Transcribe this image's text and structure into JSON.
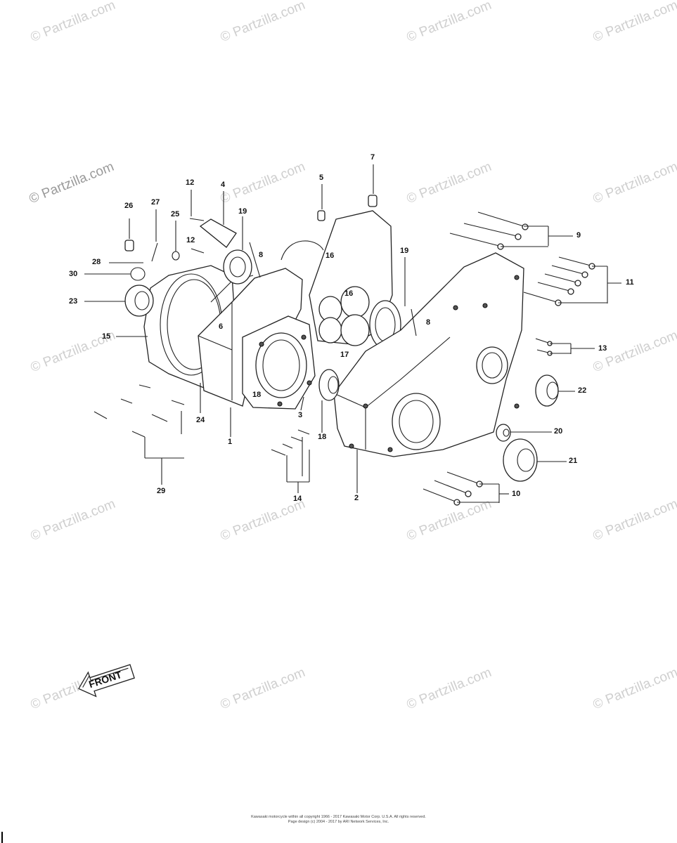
{
  "watermark": {
    "text": "© Partzilla.com"
  },
  "callouts": [
    {
      "id": "c1",
      "label": "1"
    },
    {
      "id": "c2",
      "label": "2"
    },
    {
      "id": "c3",
      "label": "3"
    },
    {
      "id": "c4",
      "label": "4"
    },
    {
      "id": "c5",
      "label": "5"
    },
    {
      "id": "c6",
      "label": "6"
    },
    {
      "id": "c7",
      "label": "7"
    },
    {
      "id": "c8a",
      "label": "8"
    },
    {
      "id": "c8b",
      "label": "8"
    },
    {
      "id": "c9",
      "label": "9"
    },
    {
      "id": "c10",
      "label": "10"
    },
    {
      "id": "c11",
      "label": "11"
    },
    {
      "id": "c12a",
      "label": "12"
    },
    {
      "id": "c12b",
      "label": "12"
    },
    {
      "id": "c13",
      "label": "13"
    },
    {
      "id": "c14",
      "label": "14"
    },
    {
      "id": "c15",
      "label": "15"
    },
    {
      "id": "c16a",
      "label": "16"
    },
    {
      "id": "c16b",
      "label": "16"
    },
    {
      "id": "c17",
      "label": "17"
    },
    {
      "id": "c18a",
      "label": "18"
    },
    {
      "id": "c18b",
      "label": "18"
    },
    {
      "id": "c19a",
      "label": "19"
    },
    {
      "id": "c19b",
      "label": "19"
    },
    {
      "id": "c20",
      "label": "20"
    },
    {
      "id": "c21",
      "label": "21"
    },
    {
      "id": "c22",
      "label": "22"
    },
    {
      "id": "c23",
      "label": "23"
    },
    {
      "id": "c24",
      "label": "24"
    },
    {
      "id": "c25",
      "label": "25"
    },
    {
      "id": "c26",
      "label": "26"
    },
    {
      "id": "c27",
      "label": "27"
    },
    {
      "id": "c28",
      "label": "28"
    },
    {
      "id": "c29",
      "label": "29"
    },
    {
      "id": "c30",
      "label": "30"
    }
  ],
  "front_arrow": {
    "label": "FRONT"
  },
  "footer": {
    "line1": "Kawasaki motorcycle within all copyright 1966 - 2017 Kawasaki Motor Corp. U.S.A. All rights reserved.",
    "line2": "Page design (c) 2004 - 2017 by ARI Network Services, Inc."
  }
}
